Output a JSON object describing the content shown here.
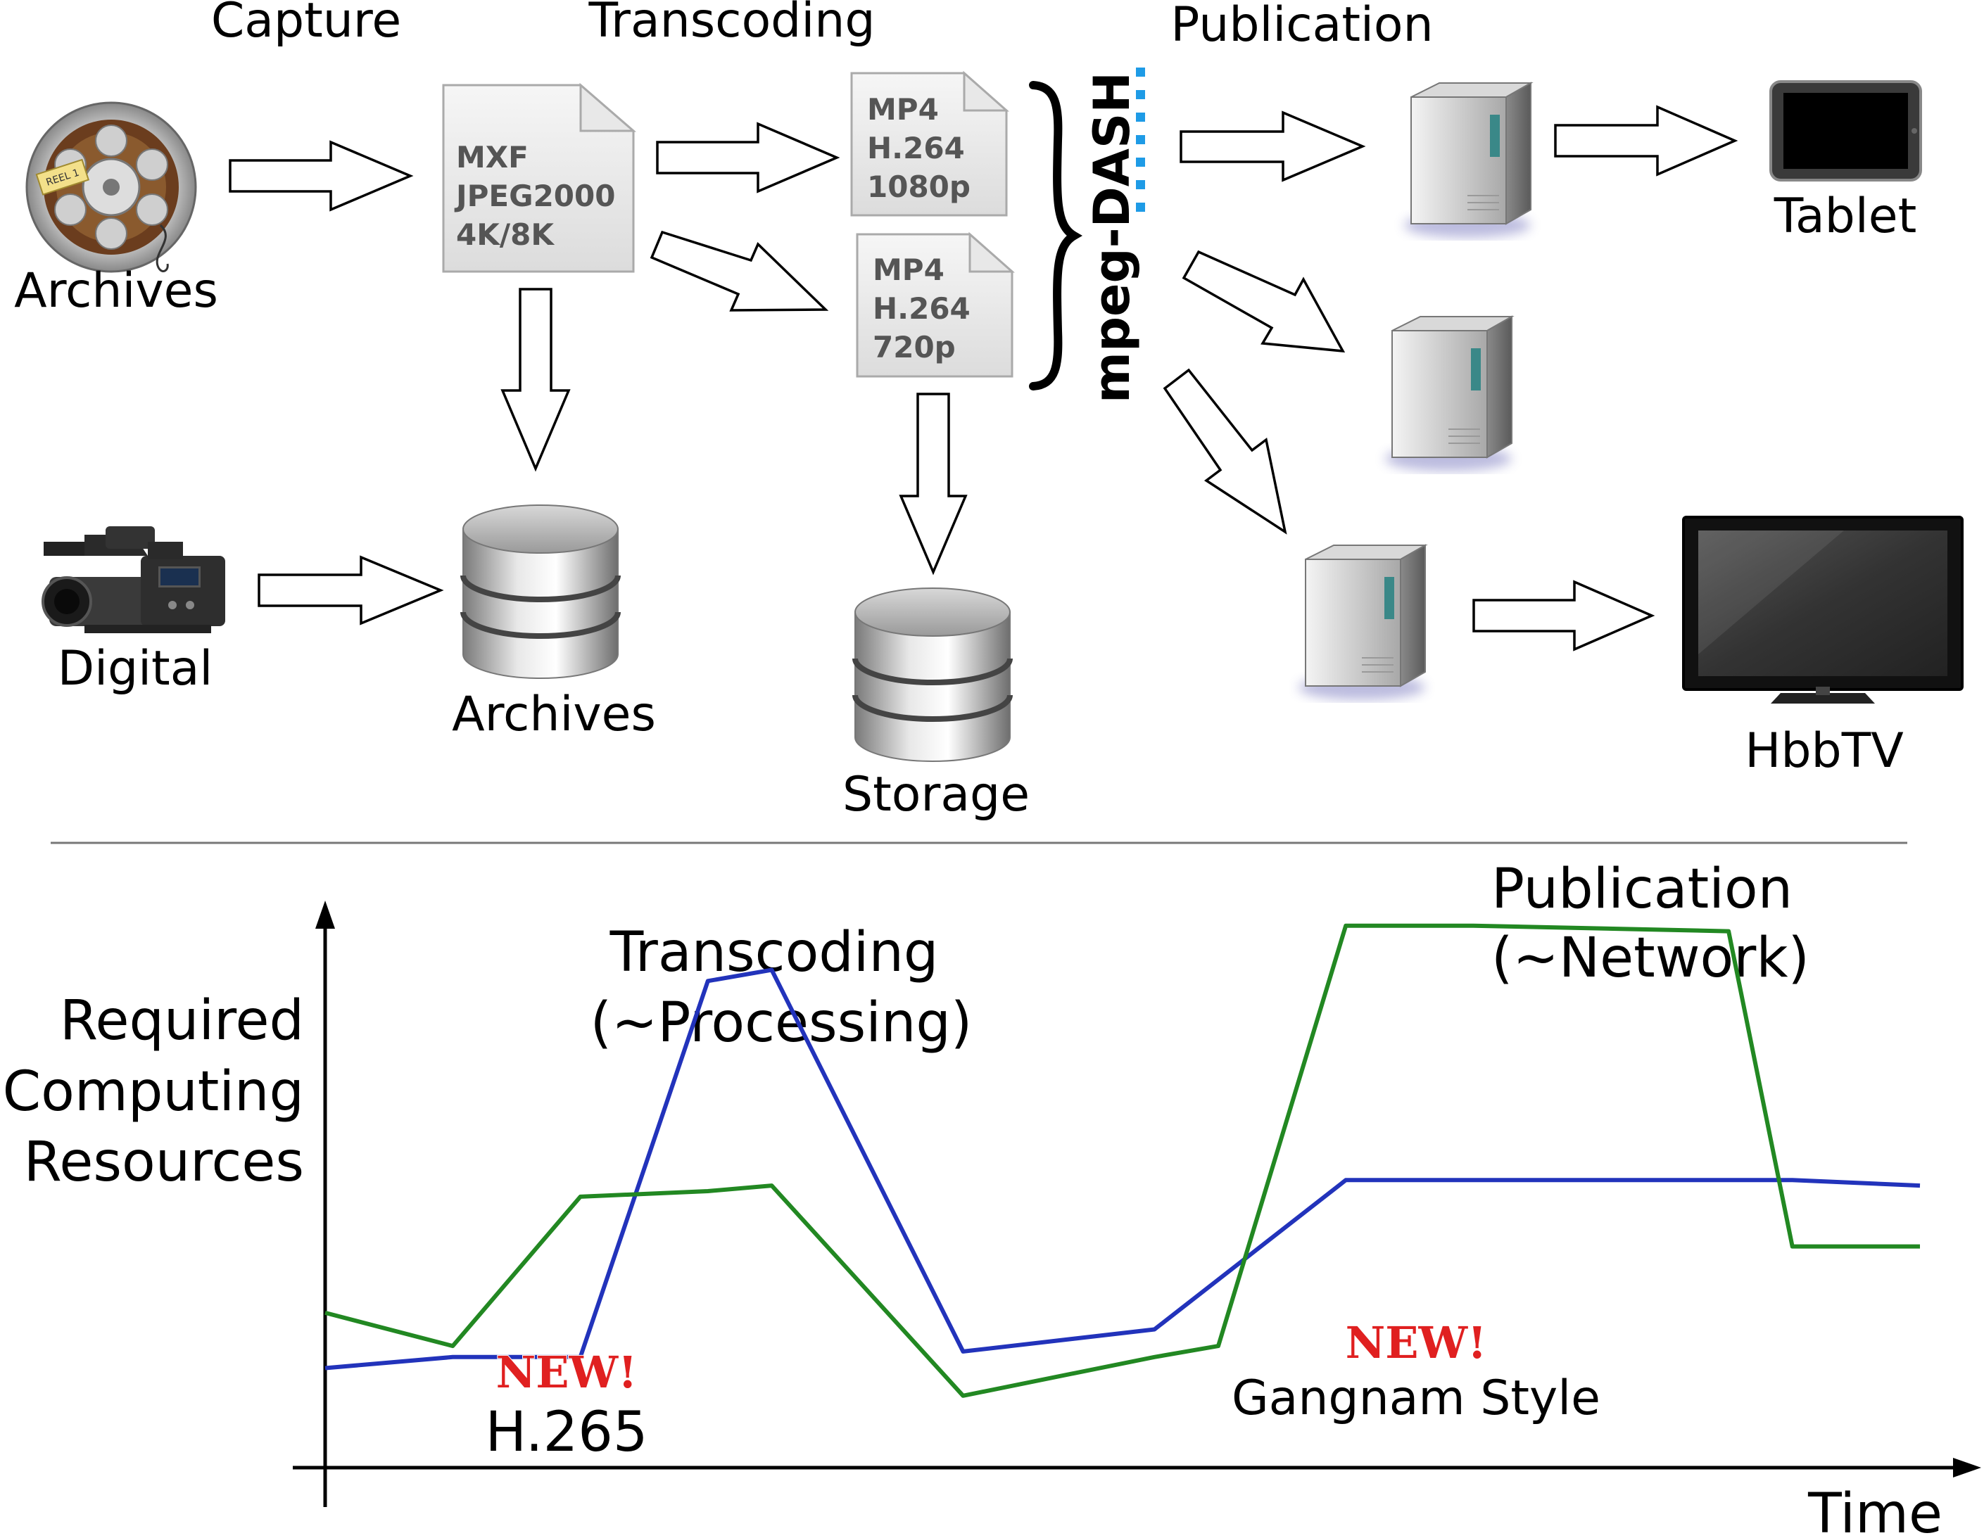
{
  "workflow": {
    "stages": {
      "capture": "Capture",
      "transcoding": "Transcoding",
      "publication": "Publication"
    },
    "sources": {
      "archives": "Archives",
      "digital": "Digital"
    },
    "master_doc": [
      "MXF",
      "JPEG2000",
      "4K/8K"
    ],
    "renditions": [
      [
        "MP4",
        "H.264",
        "1080p"
      ],
      [
        "MP4",
        "H.264",
        "720p"
      ]
    ],
    "packaging": "mpeg-DASH",
    "stores": {
      "archives": "Archives",
      "storage": "Storage"
    },
    "reel_label": "REEL 1",
    "devices": {
      "tablet": "Tablet",
      "tv": "HbbTV"
    }
  },
  "chart_data": {
    "type": "line",
    "ylabel": [
      "Required",
      "Computing",
      "Resources"
    ],
    "xlabel": "Time",
    "annotations": {
      "transcoding": [
        "Transcoding",
        "(~Processing)"
      ],
      "publication": [
        "Publication",
        "(~Network)"
      ],
      "new_badge": "NEW!",
      "codec": "H.265",
      "viral": "Gangnam Style"
    },
    "x": [
      0,
      2,
      4,
      6,
      7,
      10,
      13,
      14,
      16,
      18,
      22,
      23,
      25
    ],
    "series": [
      {
        "color": "#2233bb",
        "values": [
          0.18,
          0.2,
          0.2,
          0.88,
          0.9,
          0.21,
          0.25,
          0.34,
          0.52,
          0.52,
          0.52,
          0.52,
          0.51
        ]
      },
      {
        "color": "#228822",
        "values": [
          0.28,
          0.22,
          0.49,
          0.5,
          0.51,
          0.13,
          0.2,
          0.22,
          0.98,
          0.98,
          0.97,
          0.4,
          0.4
        ]
      }
    ],
    "grid": false,
    "legend": "none"
  }
}
